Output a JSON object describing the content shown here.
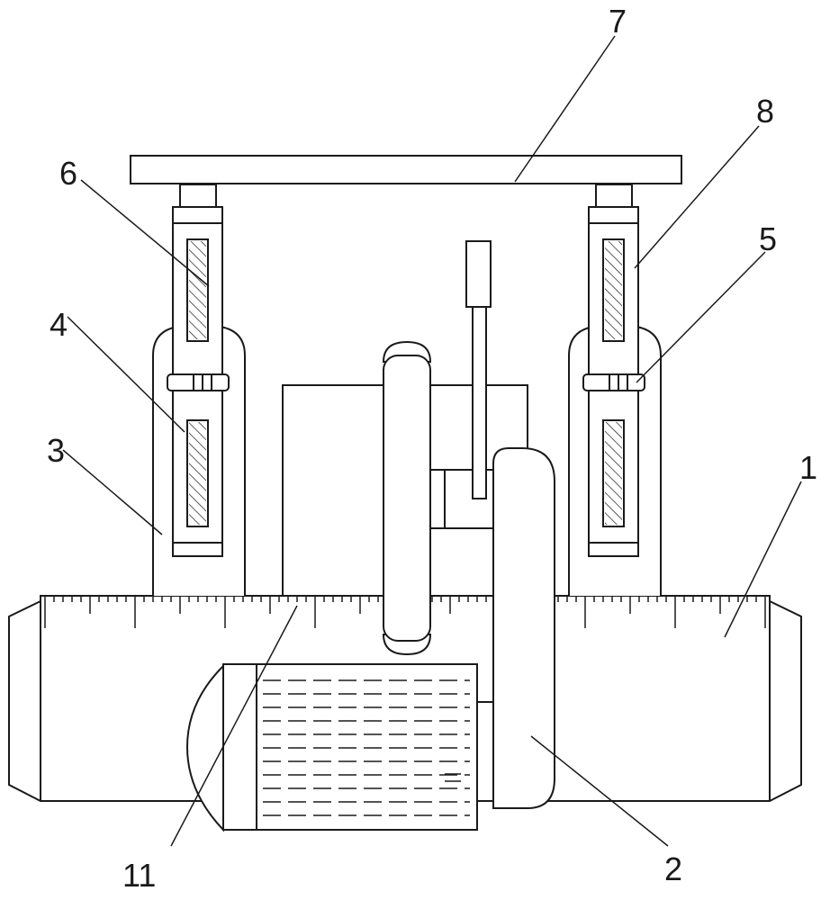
{
  "labels": {
    "l1": "1",
    "l2": "2",
    "l3": "3",
    "l4": "4",
    "l5": "5",
    "l6": "6",
    "l7": "7",
    "l8": "8",
    "l11": "11"
  },
  "colors": {
    "stroke": "#1a1a1a",
    "background": "#ffffff"
  }
}
